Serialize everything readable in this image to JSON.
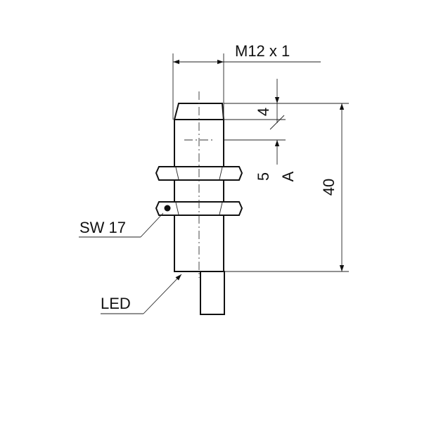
{
  "dimensions": {
    "thread": "M12 x 1",
    "active_face": "4",
    "sensing_distance": "5",
    "sensing_axis": "A",
    "length": "40"
  },
  "labels": {
    "wrench": "SW 17",
    "led": "LED"
  }
}
